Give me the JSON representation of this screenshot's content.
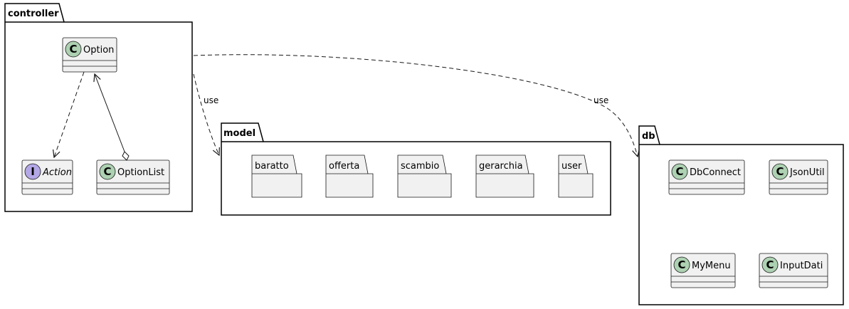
{
  "packages": {
    "controller": {
      "title": "controller"
    },
    "model": {
      "title": "model",
      "subpackages": [
        "baratto",
        "offerta",
        "scambio",
        "gerarchia",
        "user"
      ]
    },
    "db": {
      "title": "db"
    }
  },
  "classes": {
    "option": {
      "name": "Option",
      "stereotype": "C"
    },
    "action": {
      "name": "Action",
      "stereotype": "I"
    },
    "option_list": {
      "name": "OptionList",
      "stereotype": "C"
    },
    "db_connect": {
      "name": "DbConnect",
      "stereotype": "C"
    },
    "json_util": {
      "name": "JsonUtil",
      "stereotype": "C"
    },
    "my_menu": {
      "name": "MyMenu",
      "stereotype": "C"
    },
    "input_dati": {
      "name": "InputDati",
      "stereotype": "C"
    }
  },
  "edges": {
    "controller_to_model": {
      "label": "use"
    },
    "controller_to_db": {
      "label": "use"
    }
  },
  "colors": {
    "class_fill": "#f1f1f1",
    "class_circle": "#add1b2",
    "interface_circle": "#b4a7e5",
    "stroke": "#181818"
  }
}
